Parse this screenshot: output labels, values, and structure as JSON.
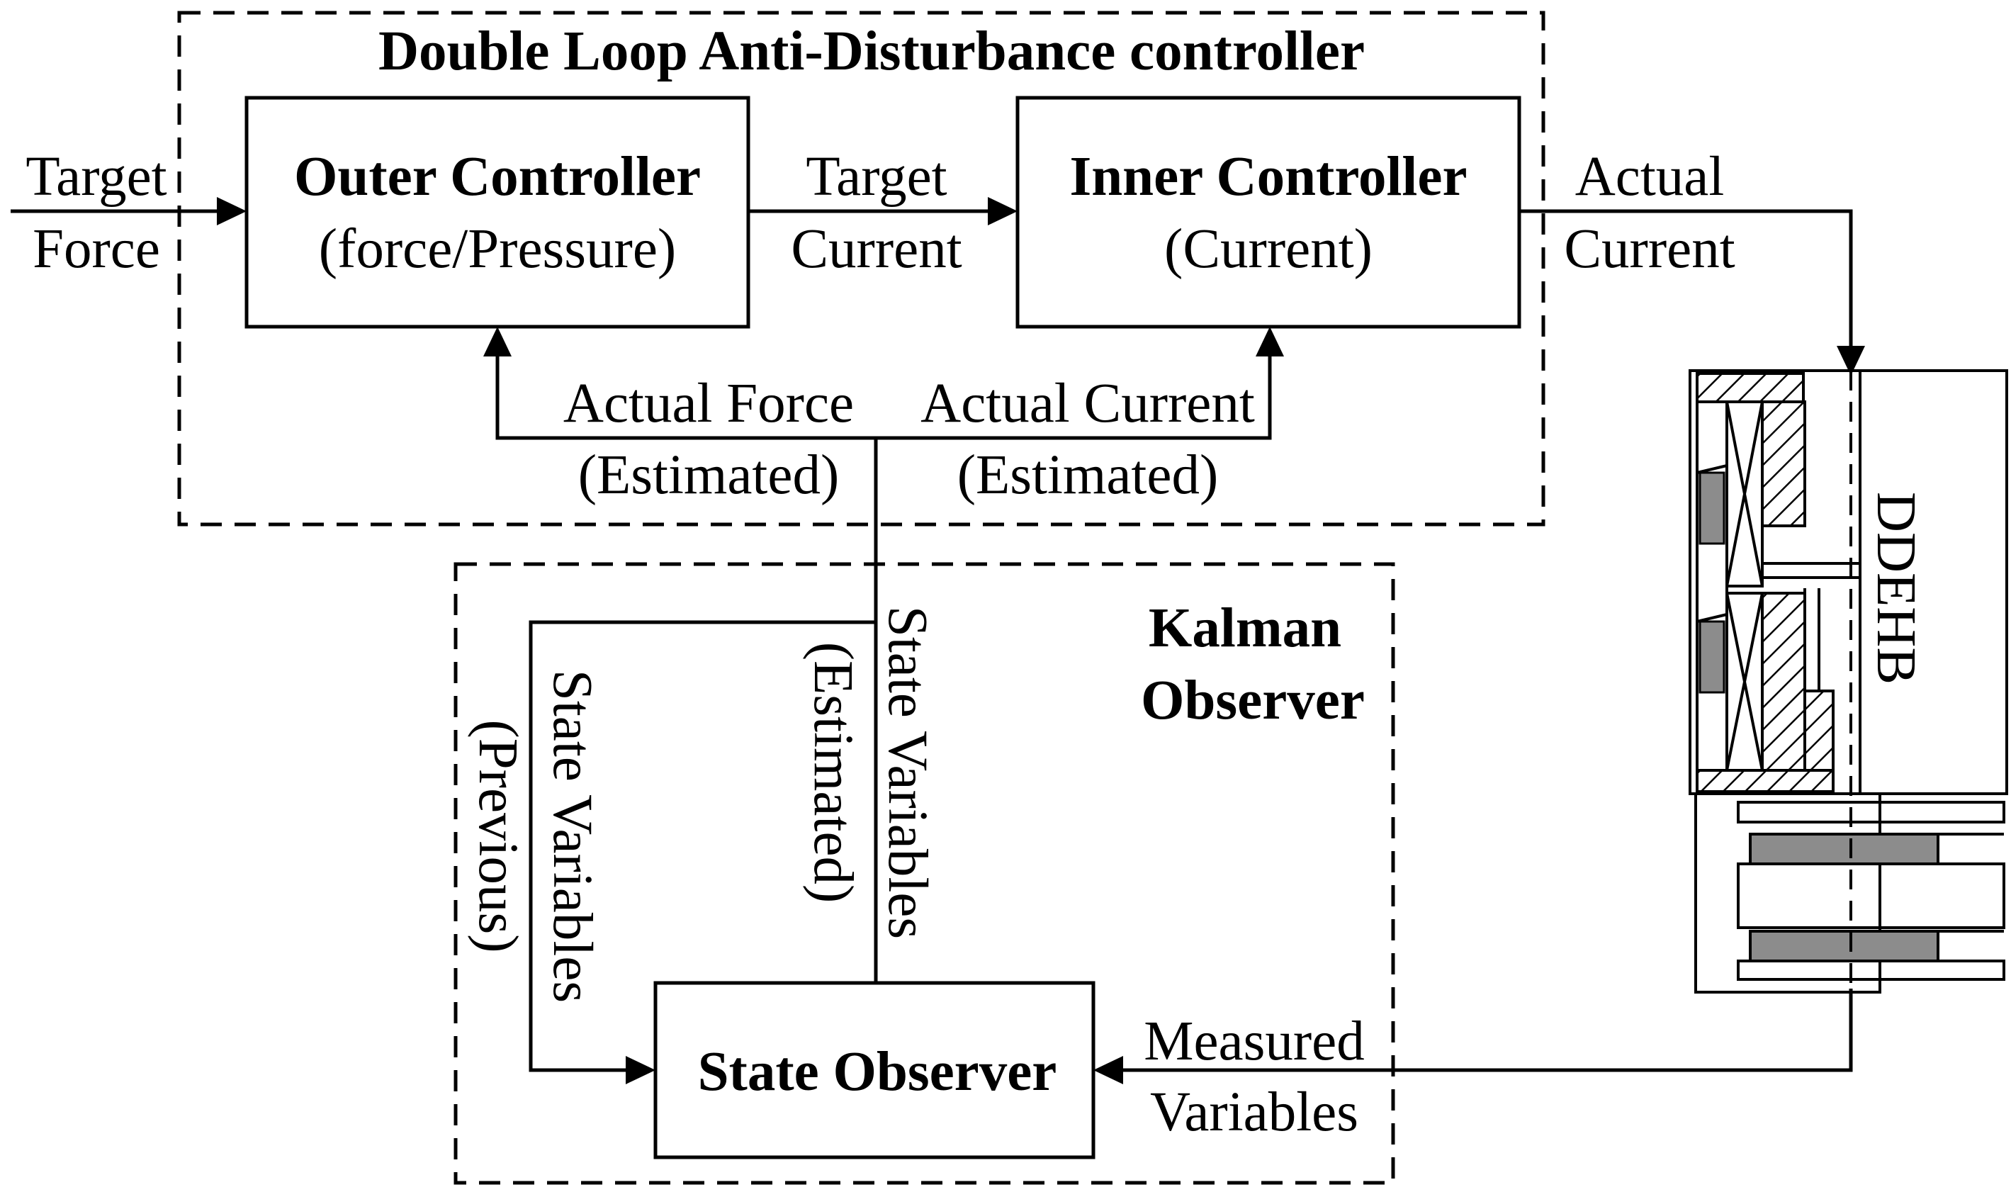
{
  "outer_loop": {
    "title": "Double Loop Anti-Disturbance controller"
  },
  "blocks": {
    "outer_controller": {
      "title": "Outer Controller",
      "subtitle": "(force/Pressure)"
    },
    "inner_controller": {
      "title": "Inner Controller",
      "subtitle": "(Current)"
    },
    "state_observer": {
      "title": "State Observer"
    }
  },
  "kalman": {
    "title_line1": "Kalman",
    "title_line2": "Observer"
  },
  "signals": {
    "target_force_1": "Target",
    "target_force_2": "Force",
    "target_current_1": "Target",
    "target_current_2": "Current",
    "actual_current_1": "Actual",
    "actual_current_2": "Current",
    "actual_force_est_1": "Actual Force",
    "actual_force_est_2": "(Estimated)",
    "actual_current_est_1": "Actual Current",
    "actual_current_est_2": "(Estimated)",
    "state_vars_est_1": "State Variables",
    "state_vars_est_2": "(Estimated)",
    "state_vars_prev_1": "State Variables",
    "state_vars_prev_2": "(Previous)",
    "measured_1": "Measured",
    "measured_2": "Variables"
  },
  "plant": {
    "label": "DDEHB"
  },
  "colors": {
    "line": "#000000",
    "background": "#ffffff",
    "plant_fill": "#8c8c8c"
  }
}
